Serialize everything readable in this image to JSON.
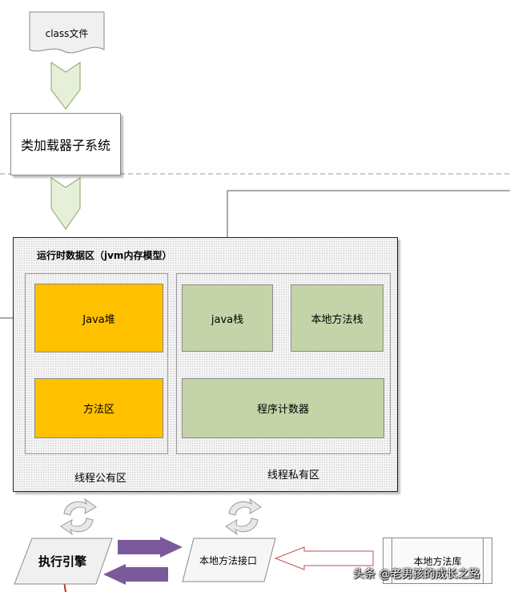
{
  "class_file": "class文件",
  "class_loader": "类加载器子系统",
  "runtime_area": {
    "title": "运行时数据区（jvm内存模型）",
    "shared": {
      "label": "线程公有区",
      "heap": "Java堆",
      "method_area": "方法区"
    },
    "private": {
      "label": "线程私有区",
      "java_stack": "java栈",
      "native_stack": "本地方法栈",
      "pc": "程序计数器"
    }
  },
  "exec_engine": "执行引擎",
  "native_interface": "本地方法接口",
  "native_library": "本地方法库",
  "watermark": "头条 @老男孩的成长之路",
  "colors": {
    "heap_fill": "#ffc000",
    "stack_fill": "#c4d4a8",
    "arrow_purple": "#7a5a9a",
    "chevron_fill": "#e6f0d8"
  }
}
